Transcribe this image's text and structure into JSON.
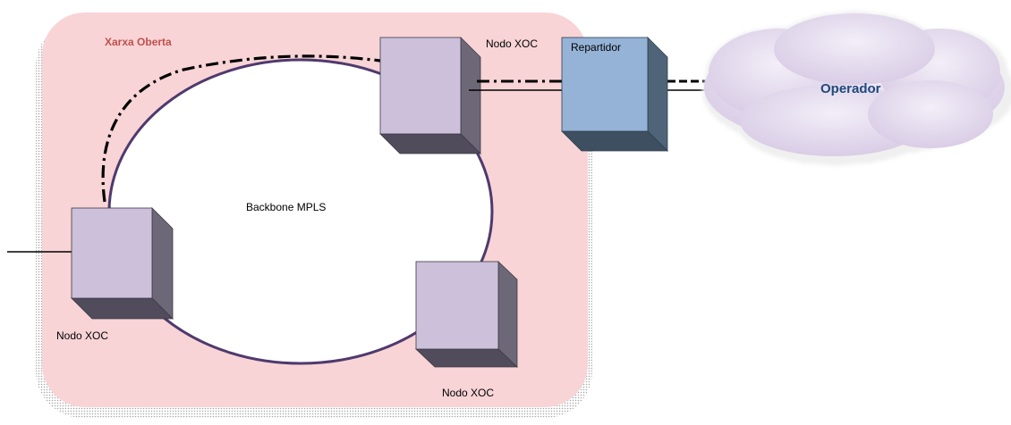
{
  "network_area": {
    "title": "Xarxa Oberta"
  },
  "backbone": {
    "label": "Backbone MPLS"
  },
  "nodes": [
    {
      "id": "node-top",
      "label": "Nodo XOC"
    },
    {
      "id": "node-left",
      "label": "Nodo XOC"
    },
    {
      "id": "node-bottom",
      "label": "Nodo XOC"
    }
  ],
  "repartidor": {
    "label": "Repartidor"
  },
  "operator_cloud": {
    "label": "Operador"
  },
  "colors": {
    "network_fill": "#f8d4d6",
    "network_title": "#c0504d",
    "ring": "#4e3a6e",
    "node_front": "#ccc0da",
    "node_side": "#6d6877",
    "repartidor_front": "#95b3d7",
    "repartidor_side": "#4f6478",
    "cloud_fill": "#e6dcf0",
    "operator_text": "#1f497d"
  }
}
